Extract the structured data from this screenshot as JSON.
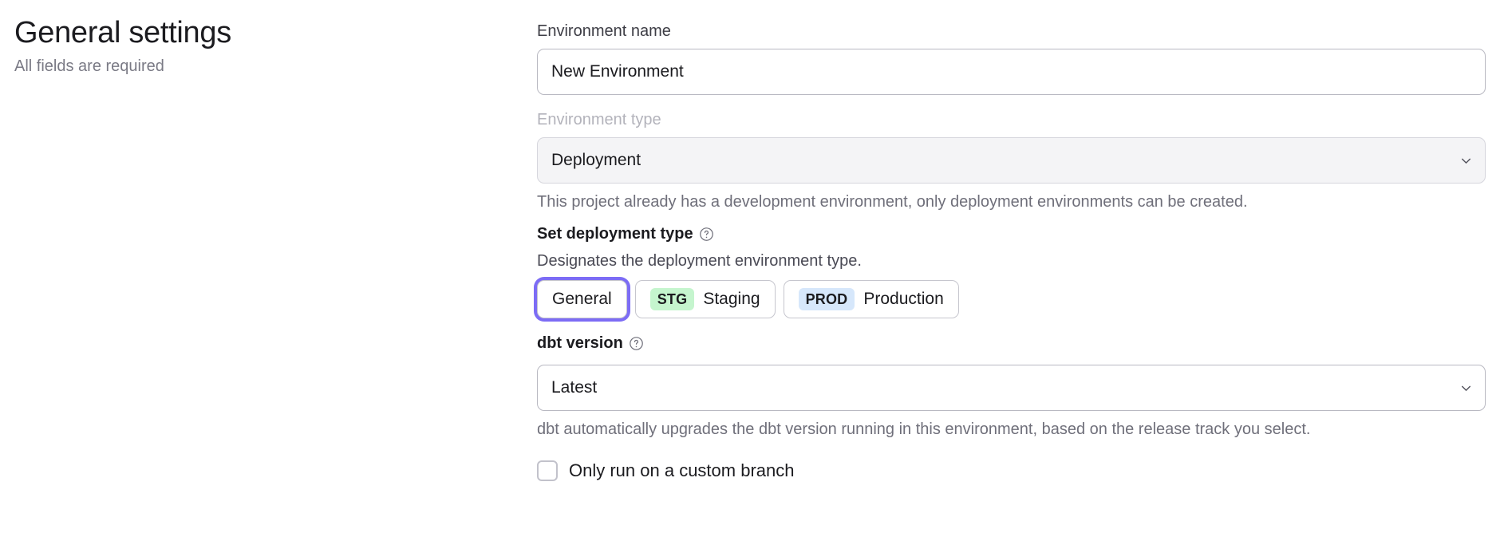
{
  "header": {
    "title": "General settings",
    "subtitle": "All fields are required"
  },
  "form": {
    "environment_name": {
      "label": "Environment name",
      "value": "New Environment",
      "placeholder": "Environment name"
    },
    "environment_type": {
      "label": "Environment type",
      "value": "Deployment",
      "disabled": true,
      "chevron_icon": "chevron-down-icon",
      "helper": "This project already has a development environment, only deployment environments can be created."
    },
    "deployment_type": {
      "label": "Set deployment type",
      "help_icon": "question-circle-icon",
      "description": "Designates the deployment environment type.",
      "options": [
        {
          "label": "General",
          "badge": "",
          "badge_color": "",
          "selected": true
        },
        {
          "label": "Staging",
          "badge": "STG",
          "badge_color": "#c5f5ce",
          "selected": false
        },
        {
          "label": "Production",
          "badge": "PROD",
          "badge_color": "#d6e7fb",
          "selected": false
        }
      ],
      "focus_ring_color": "#7c6cf5"
    },
    "dbt_version": {
      "label": "dbt version",
      "help_icon": "question-circle-icon",
      "value": "Latest",
      "chevron_icon": "chevron-down-icon",
      "helper": "dbt automatically upgrades the dbt version running in this environment, based on the release track you select."
    },
    "custom_branch": {
      "label": "Only run on a custom branch",
      "checked": false
    }
  }
}
